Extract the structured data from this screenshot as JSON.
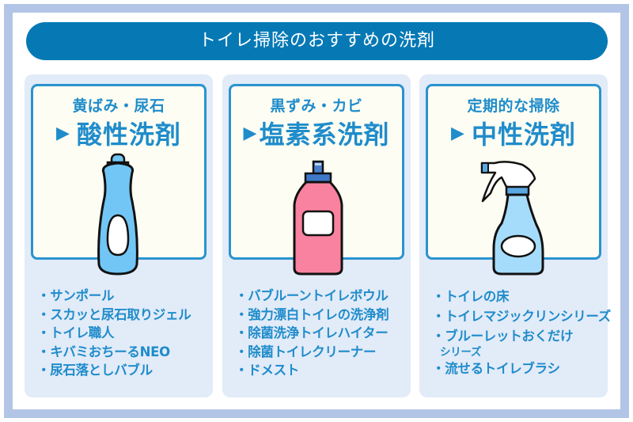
{
  "header": {
    "title": "トイレ掃除のおすすめの洗剤"
  },
  "colors": {
    "frame": "#b2c5e6",
    "banner": "#0679b5",
    "card_bg": "#e2ebf8",
    "inner_bg": "#fdfdf3",
    "accent_text": "#1f8ccb",
    "acid_bottle": "#71c6f5",
    "chlorine_bottle": "#f8829f",
    "neutral_bottle": "#a6dcfb"
  },
  "cards": [
    {
      "use": "黄ばみ・尿石",
      "arrow": "▶",
      "type": "酸性洗剤",
      "icon": "squeeze-bottle-icon",
      "items": [
        "・サンポール",
        "・スカッと尿石取りジェル",
        "・トイレ職人",
        "・キバミおちーるNEO",
        "・尿石落としバブル"
      ]
    },
    {
      "use": "黒ずみ・カビ",
      "arrow": "▶",
      "type": "塩素系洗剤",
      "icon": "detergent-bottle-icon",
      "items": [
        "・バブルーントイレボウル",
        "・強力漂白トイレの洗浄剤",
        "・除菌洗浄トイレハイター",
        "・除菌トイレクリーナー",
        "・ドメスト"
      ]
    },
    {
      "use": "定期的な掃除",
      "arrow": "▶",
      "type": "中性洗剤",
      "icon": "spray-bottle-icon",
      "items": [
        "・トイレの床",
        "・トイレマジックリンシリーズ",
        "・ブルーレットおくだけ",
        "・流せるトイレブラシ"
      ],
      "item_sub": {
        "index": 2,
        "text": "シリーズ"
      }
    }
  ]
}
